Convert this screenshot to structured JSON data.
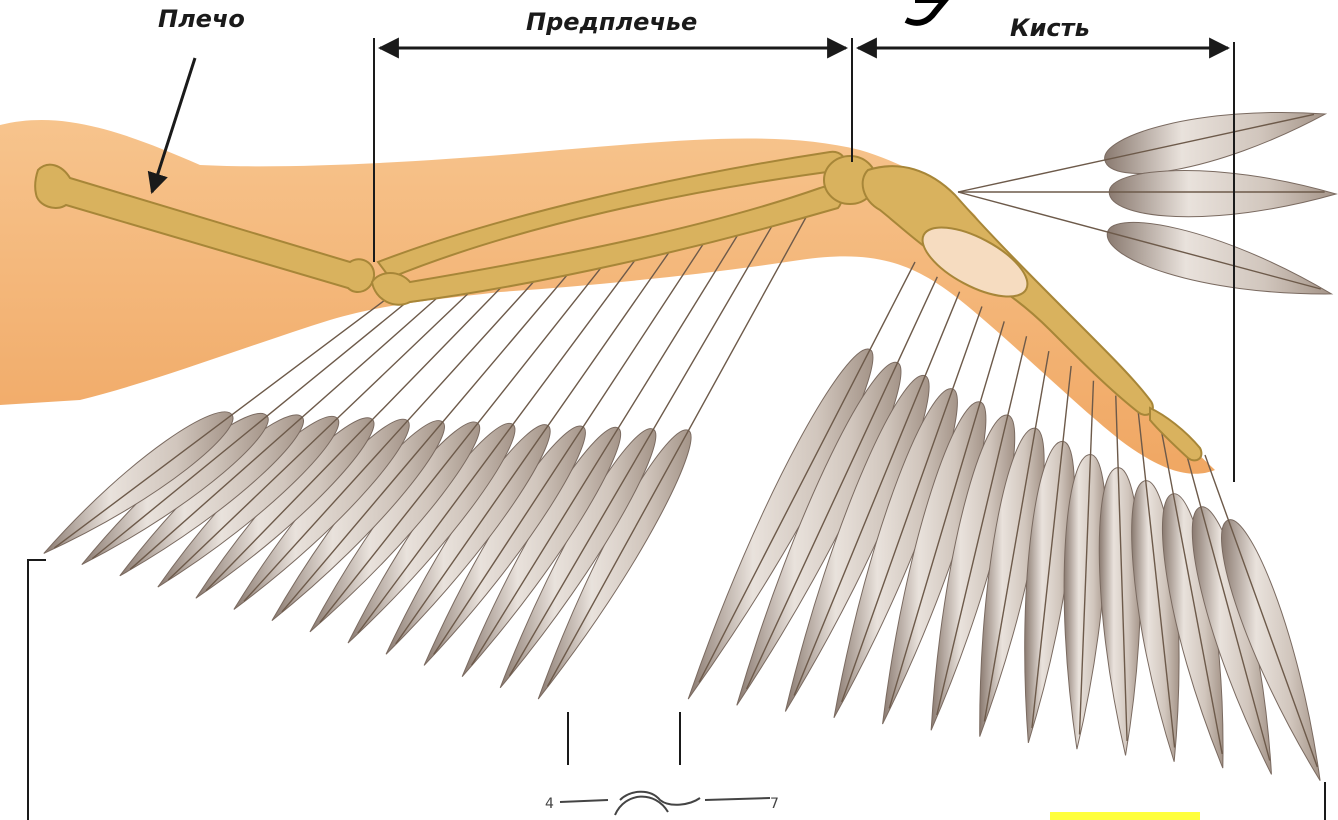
{
  "diagram": {
    "labels": {
      "shoulder": "Плечо",
      "forearm": "Предплечье",
      "hand": "Кисть"
    },
    "colors": {
      "flesh": "#f2b272",
      "bone": "#d9b25e",
      "feather": "#d8cfc8",
      "shaft": "#6d5a4a",
      "line": "#1a1a1a",
      "highlight": "#ffff3c"
    }
  }
}
